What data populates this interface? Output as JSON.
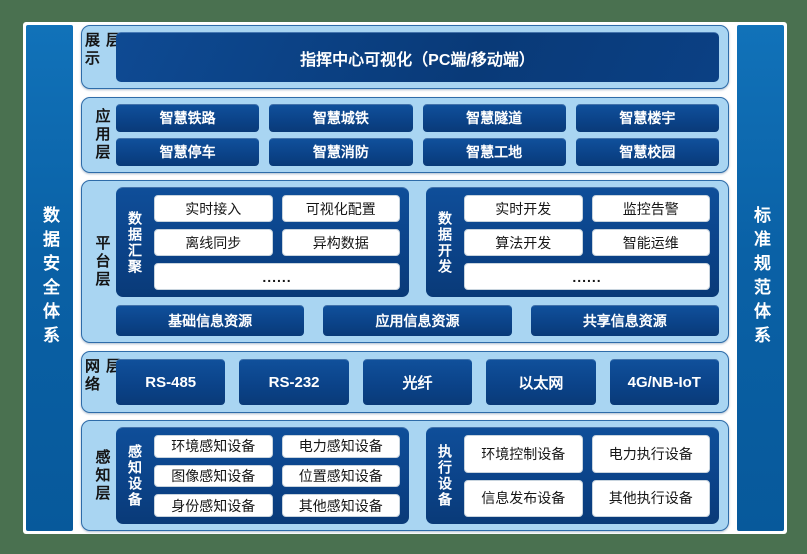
{
  "left_bar": {
    "label": "数据安全体系"
  },
  "right_bar": {
    "label": "标准规范体系"
  },
  "display": {
    "label": "展示层",
    "title": "指挥中心可视化（PC端/移动端）"
  },
  "application": {
    "label": "应用层",
    "boxes": [
      "智慧铁路",
      "智慧城铁",
      "智慧隧道",
      "智慧楼宇",
      "智慧停车",
      "智慧消防",
      "智慧工地",
      "智慧校园"
    ]
  },
  "platform": {
    "label": "平台层",
    "aggregation": {
      "label": "数据汇聚",
      "items": [
        "实时接入",
        "可视化配置",
        "离线同步",
        "异构数据"
      ],
      "more": "......"
    },
    "development": {
      "label": "数据开发",
      "items": [
        "实时开发",
        "监控告警",
        "算法开发",
        "智能运维"
      ],
      "more": "......"
    },
    "resources": [
      "基础信息资源",
      "应用信息资源",
      "共享信息资源"
    ]
  },
  "network": {
    "label": "网络层",
    "boxes": [
      "RS-485",
      "RS-232",
      "光纤",
      "以太网",
      "4G/NB-IoT"
    ]
  },
  "perception": {
    "label": "感知层",
    "sensing": {
      "label": "感知设备",
      "items": [
        "环境感知设备",
        "电力感知设备",
        "图像感知设备",
        "位置感知设备",
        "身份感知设备",
        "其他感知设备"
      ]
    },
    "execution": {
      "label": "执行设备",
      "items": [
        "环境控制设备",
        "电力执行设备",
        "信息发布设备",
        "其他执行设备"
      ]
    }
  },
  "colors": {
    "frame_green": "#4a7150",
    "bar_blue": "#0a61a6",
    "panel_light_blue": "#a9d5f2",
    "box_navy": "#0b4389",
    "white_box": "#ffffff"
  }
}
